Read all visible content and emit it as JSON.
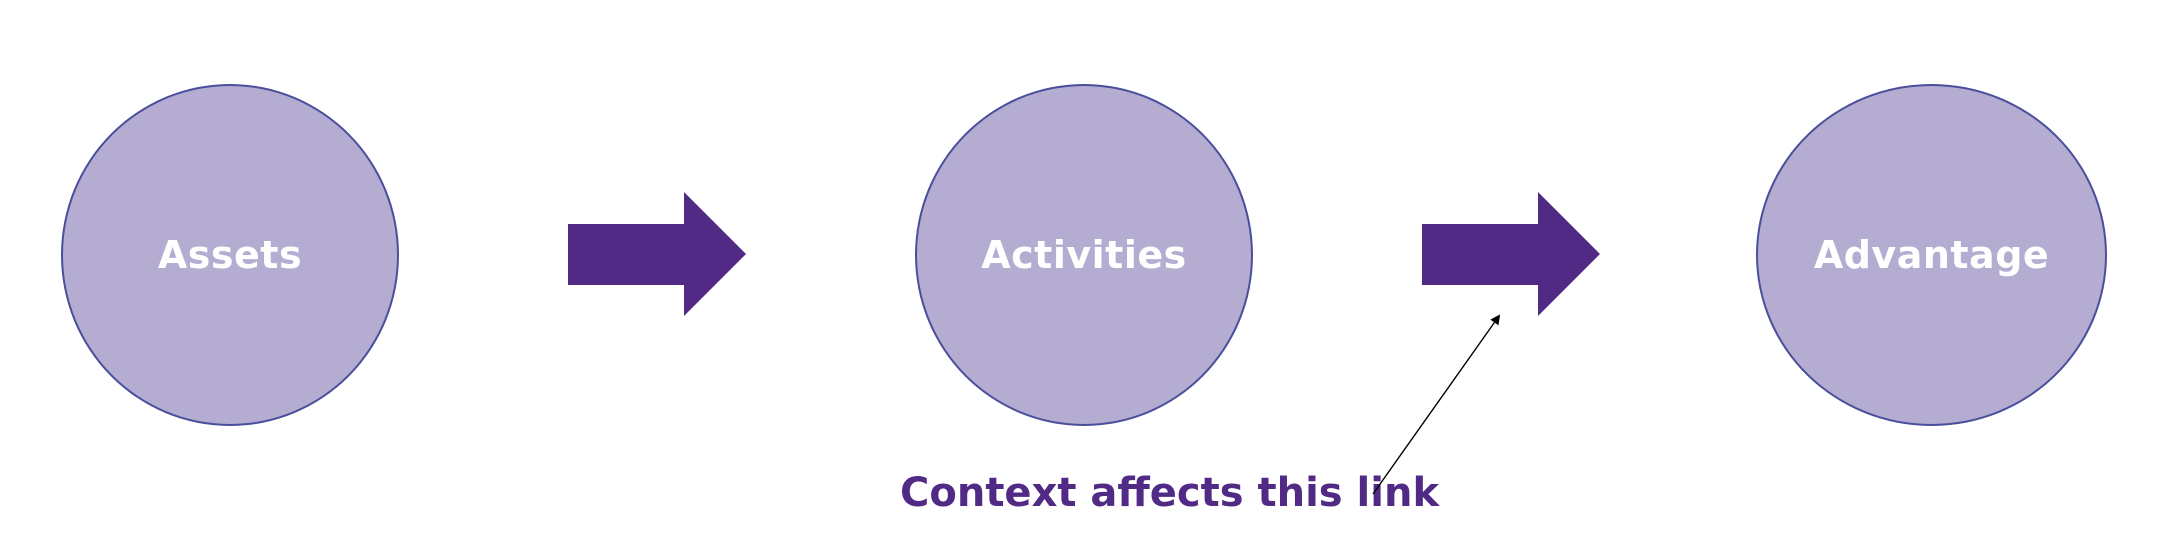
{
  "diagram": {
    "nodes": [
      {
        "id": "assets",
        "label": "Assets"
      },
      {
        "id": "activities",
        "label": "Activities"
      },
      {
        "id": "advantage",
        "label": "Advantage"
      }
    ],
    "links": [
      {
        "from": "assets",
        "to": "activities"
      },
      {
        "from": "activities",
        "to": "advantage"
      }
    ],
    "annotation": {
      "text": "Context affects this link",
      "target_link": "activities-advantage"
    }
  },
  "colors": {
    "node_fill": "#b5acd2",
    "node_border": "#4a4f9c",
    "node_text": "#ffffff",
    "arrow_fill": "#512a86",
    "annotation_text": "#512a86",
    "pointer_line": "#000000"
  }
}
